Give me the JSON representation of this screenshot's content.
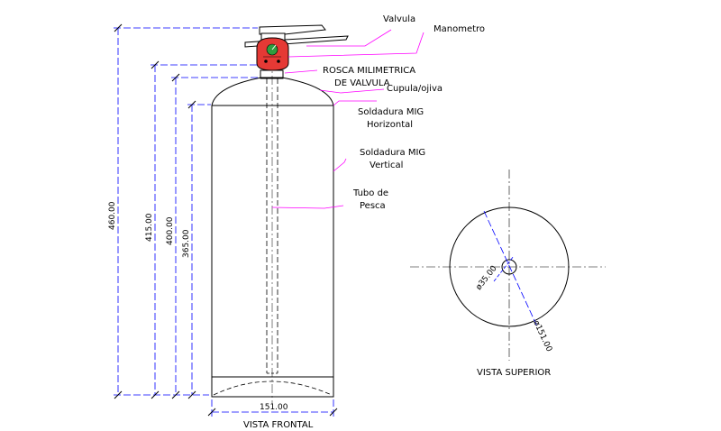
{
  "views": {
    "front_title": "VISTA FRONTAL",
    "top_title": "VISTA SUPERIOR"
  },
  "labels": {
    "valvula": "Valvula",
    "manometro": "Manometro",
    "rosca_1": "ROSCA MILIMETRICA",
    "rosca_2": "DE VALVULA",
    "cupula": "Cupula/ojiva",
    "sold_h_1": "Soldadura MIG",
    "sold_h_2": "Horizontal",
    "sold_v_1": "Soldadura MIG",
    "sold_v_2": "Vertical",
    "tubo_1": "Tubo de",
    "tubo_2": "Pesca"
  },
  "dimensions": {
    "total_height": "460.00",
    "height_415": "415.00",
    "height_400": "400.00",
    "height_365": "365.00",
    "width": "151.00",
    "inner_dia": "ø35.00",
    "outer_dia": "ø151.00"
  },
  "colors": {
    "leader": "#ff00ff",
    "dimension": "#0000ff",
    "manometer": "#e53935",
    "gauge_center": "#2e9e3e",
    "outline": "#000000"
  }
}
